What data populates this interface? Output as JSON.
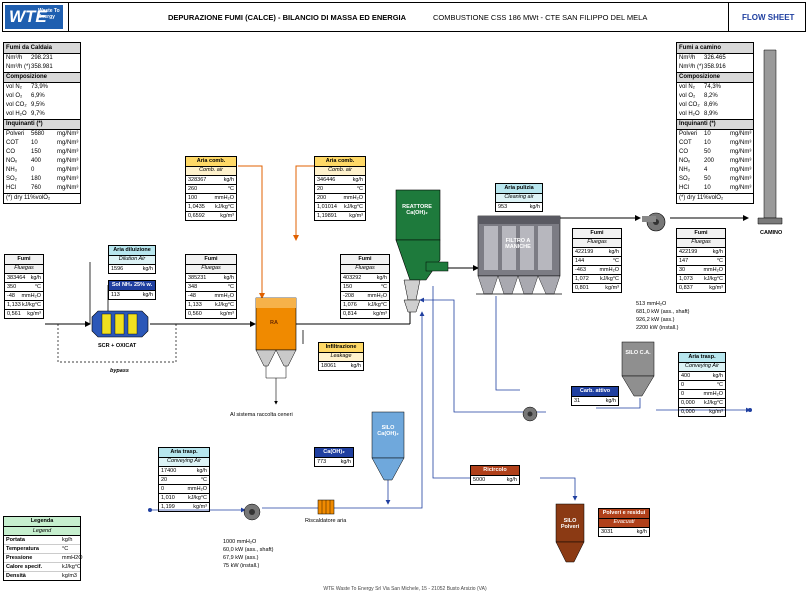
{
  "header": {
    "logo": "WTE",
    "logo_sub": "Waste To Energy",
    "title": "DEPURAZIONE FUMI (CALCE) - BILANCIO DI MASSA ED ENERGIA",
    "subtitle": "COMBUSTIONE CSS 186 MWt - CTE SAN FILIPPO DEL MELA",
    "flow_sheet": "FLOW SHEET"
  },
  "left_panel": {
    "title": "Fumi da Caldaia",
    "flow": [
      {
        "label": "Nm³/h",
        "value": "298.231"
      },
      {
        "label": "Nm³/h (*)",
        "value": "358.981"
      }
    ],
    "composition_title": "Composizione",
    "composition": [
      {
        "label": "vol N₂",
        "value": "73,9%"
      },
      {
        "label": "vol O₂",
        "value": "6,9%"
      },
      {
        "label": "vol CO₂",
        "value": "9,5%"
      },
      {
        "label": "vol H₂O",
        "value": "9,7%"
      }
    ],
    "pollutants_title": "Inquinanti (*)",
    "pollutants": [
      {
        "label": "Polveri",
        "value": "5680",
        "unit": "mg/Nm³"
      },
      {
        "label": "COT",
        "value": "10",
        "unit": "mg/Nm³"
      },
      {
        "label": "CO",
        "value": "150",
        "unit": "mg/Nm³"
      },
      {
        "label": "NOₓ",
        "value": "400",
        "unit": "mg/Nm³"
      },
      {
        "label": "NH₃",
        "value": "0",
        "unit": "mg/Nm³"
      },
      {
        "label": "SO₂",
        "value": "180",
        "unit": "mg/Nm³"
      },
      {
        "label": "HCl",
        "value": "760",
        "unit": "mg/Nm³"
      }
    ],
    "note": "(*) dry 11%volO₂"
  },
  "right_panel": {
    "title": "Fumi a camino",
    "flow": [
      {
        "label": "Nm³/h",
        "value": "326.465"
      },
      {
        "label": "Nm³/h (*)",
        "value": "358.916"
      }
    ],
    "composition_title": "Composizione",
    "composition": [
      {
        "label": "vol N₂",
        "value": "74,3%"
      },
      {
        "label": "vol O₂",
        "value": "8,2%"
      },
      {
        "label": "vol CO₂",
        "value": "8,6%"
      },
      {
        "label": "vol H₂O",
        "value": "8,9%"
      }
    ],
    "pollutants_title": "Inquinanti (*)",
    "pollutants": [
      {
        "label": "Polveri",
        "value": "10",
        "unit": "mg/Nm³"
      },
      {
        "label": "COT",
        "value": "10",
        "unit": "mg/Nm³"
      },
      {
        "label": "CO",
        "value": "50",
        "unit": "mg/Nm³"
      },
      {
        "label": "NOₓ",
        "value": "200",
        "unit": "mg/Nm³"
      },
      {
        "label": "NH₃",
        "value": "4",
        "unit": "mg/Nm³"
      },
      {
        "label": "SO₂",
        "value": "50",
        "unit": "mg/Nm³"
      },
      {
        "label": "HCl",
        "value": "10",
        "unit": "mg/Nm³"
      }
    ],
    "note": "(*) dry 11%volO₂"
  },
  "streams": {
    "fumi1": {
      "t1": "Fumi",
      "t2": "Fluegas",
      "rows": [
        [
          "383464",
          "kg/h"
        ],
        [
          "350",
          "°C"
        ],
        [
          "-48",
          "mmH₂O"
        ],
        [
          "1,133",
          "kJ/kg°C"
        ],
        [
          "0,561",
          "kg/m³"
        ]
      ]
    },
    "fumi2": {
      "t1": "Fumi",
      "t2": "Fluegas",
      "rows": [
        [
          "385231",
          "kg/h"
        ],
        [
          "348",
          "°C"
        ],
        [
          "-48",
          "mmH₂O"
        ],
        [
          "1,133",
          "kJ/kg°C"
        ],
        [
          "0,560",
          "kg/m³"
        ]
      ]
    },
    "fumi3": {
      "t1": "Fumi",
      "t2": "Fluegas",
      "rows": [
        [
          "403292",
          "kg/h"
        ],
        [
          "150",
          "°C"
        ],
        [
          "-208",
          "mmH₂O"
        ],
        [
          "1,076",
          "kJ/kg°C"
        ],
        [
          "0,814",
          "kg/m³"
        ]
      ]
    },
    "fumi4": {
      "t1": "Fumi",
      "t2": "Fluegas",
      "rows": [
        [
          "422199",
          "kg/h"
        ],
        [
          "144",
          "°C"
        ],
        [
          "-463",
          "mmH₂O"
        ],
        [
          "1,072",
          "kJ/kg°C"
        ],
        [
          "0,801",
          "kg/m³"
        ]
      ]
    },
    "fumi5": {
      "t1": "Fumi",
      "t2": "Fluegas",
      "rows": [
        [
          "422199",
          "kg/h"
        ],
        [
          "147",
          "°C"
        ],
        [
          "30",
          "mmH₂O"
        ],
        [
          "1,073",
          "kJ/kg°C"
        ],
        [
          "0,837",
          "kg/m³"
        ]
      ]
    },
    "aria_comb1": {
      "t1": "Aria comb.",
      "t2": "Comb. air",
      "rows": [
        [
          "328367",
          "kg/h"
        ],
        [
          "260",
          "°C"
        ],
        [
          "100",
          "mmH₂O"
        ],
        [
          "1,0435",
          "kJ/kg°C"
        ],
        [
          "0,6592",
          "kg/m³"
        ]
      ]
    },
    "aria_comb2": {
      "t1": "Aria comb.",
      "t2": "Comb. air",
      "rows": [
        [
          "346446",
          "kg/h"
        ],
        [
          "20",
          "°C"
        ],
        [
          "200",
          "mmH₂O"
        ],
        [
          "1,01014",
          "kJ/kg°C"
        ],
        [
          "1,19891",
          "kg/m³"
        ]
      ]
    },
    "diluizione": {
      "t1": "Aria diluizione",
      "t2": "Dilution Air",
      "rows": [
        [
          "1596",
          "kg/h"
        ]
      ]
    },
    "sol_nh3": {
      "t1": "Sol NH₃ 25% w.",
      "rows": [
        [
          "113",
          "kg/h"
        ]
      ]
    },
    "infiltrazione": {
      "t1": "Infiltrazione",
      "t2": "Leakage",
      "rows": [
        [
          "18061",
          "kg/h"
        ]
      ]
    },
    "aria_pulizia": {
      "t1": "Aria pulizia",
      "t2": "Cleaning air",
      "rows": [
        [
          "953",
          "kg/h"
        ]
      ]
    },
    "aria_trasp1": {
      "t1": "Aria trasp.",
      "t2": "Conveying Air",
      "rows": [
        [
          "400",
          "kg/h"
        ],
        [
          "0",
          "°C"
        ],
        [
          "0",
          "mmH₂O"
        ],
        [
          "0,000",
          "kJ/kg°C"
        ],
        [
          "0,000",
          "kg/m³"
        ]
      ]
    },
    "aria_trasp2": {
      "t1": "Aria trasp.",
      "t2": "Conveying Air",
      "rows": [
        [
          "17400",
          "kg/h"
        ],
        [
          "20",
          "°C"
        ],
        [
          "0",
          "mmH₂O"
        ],
        [
          "1,010",
          "kJ/kg°C"
        ],
        [
          "1,199",
          "kg/m³"
        ]
      ]
    },
    "carb_attivo": {
      "t1": "Carb. attivo",
      "rows": [
        [
          "31",
          "kg/h"
        ]
      ]
    },
    "caoh2": {
      "t1": "Ca(OH)₂",
      "rows": [
        [
          "773",
          "kg/h"
        ]
      ]
    },
    "ricircolo": {
      "t1": "Ricircolo",
      "rows": [
        [
          "5000",
          "kg/h"
        ]
      ]
    },
    "polveri": {
      "t1": "Polveri e residui",
      "t2": "Evacuati",
      "rows": [
        [
          "3031",
          "kg/h"
        ]
      ]
    }
  },
  "labels": {
    "scr": "SCR + OXICAT",
    "bypass": "bypass",
    "ra": "RA",
    "ceneri": "Al sistema raccolta ceneri",
    "reattore": "REATTORE Ca(OH)₂",
    "filtro": "FILTRO A MANICHE",
    "camino": "CAMINO",
    "silo_ca": "SILO C.A.",
    "silo_caoh": "SILO Ca(OH)₂",
    "silo_polveri": "SILO Polveri",
    "riscaldatore": "Riscaldatore aria",
    "fan_main": [
      "513 mmH₂O",
      "681,0 kW (ass., shaft)",
      "926,2 kW (ass.)",
      "2200 kW (install.)"
    ],
    "fan_conv": [
      "1000 mmH₂O",
      "60,0 kW (ass., shaft)",
      "67,9 kW (ass.)",
      "75 kW (install.)"
    ]
  },
  "legend": {
    "title": "Legenda",
    "subtitle": "Legend",
    "rows": [
      {
        "label": "Portata",
        "unit": "kg/h"
      },
      {
        "label": "Temperatura",
        "unit": "°C"
      },
      {
        "label": "Pressione",
        "unit": "mmH2O"
      },
      {
        "label": "Calore specif.",
        "unit": "kJ/kg°C"
      },
      {
        "label": "Densità",
        "unit": "kg/m3"
      }
    ]
  },
  "footer": "WTE Waste To Energy Srl Via San Michele, 15 - 21052 Busto Arsizio (VA)",
  "colors": {
    "flue": "#000000",
    "air": "#e06000",
    "recirc": "#1f3fa0",
    "ra": "#f08a00",
    "reactor": "#1e7a3c",
    "silo_polveri": "#8b3a14"
  }
}
